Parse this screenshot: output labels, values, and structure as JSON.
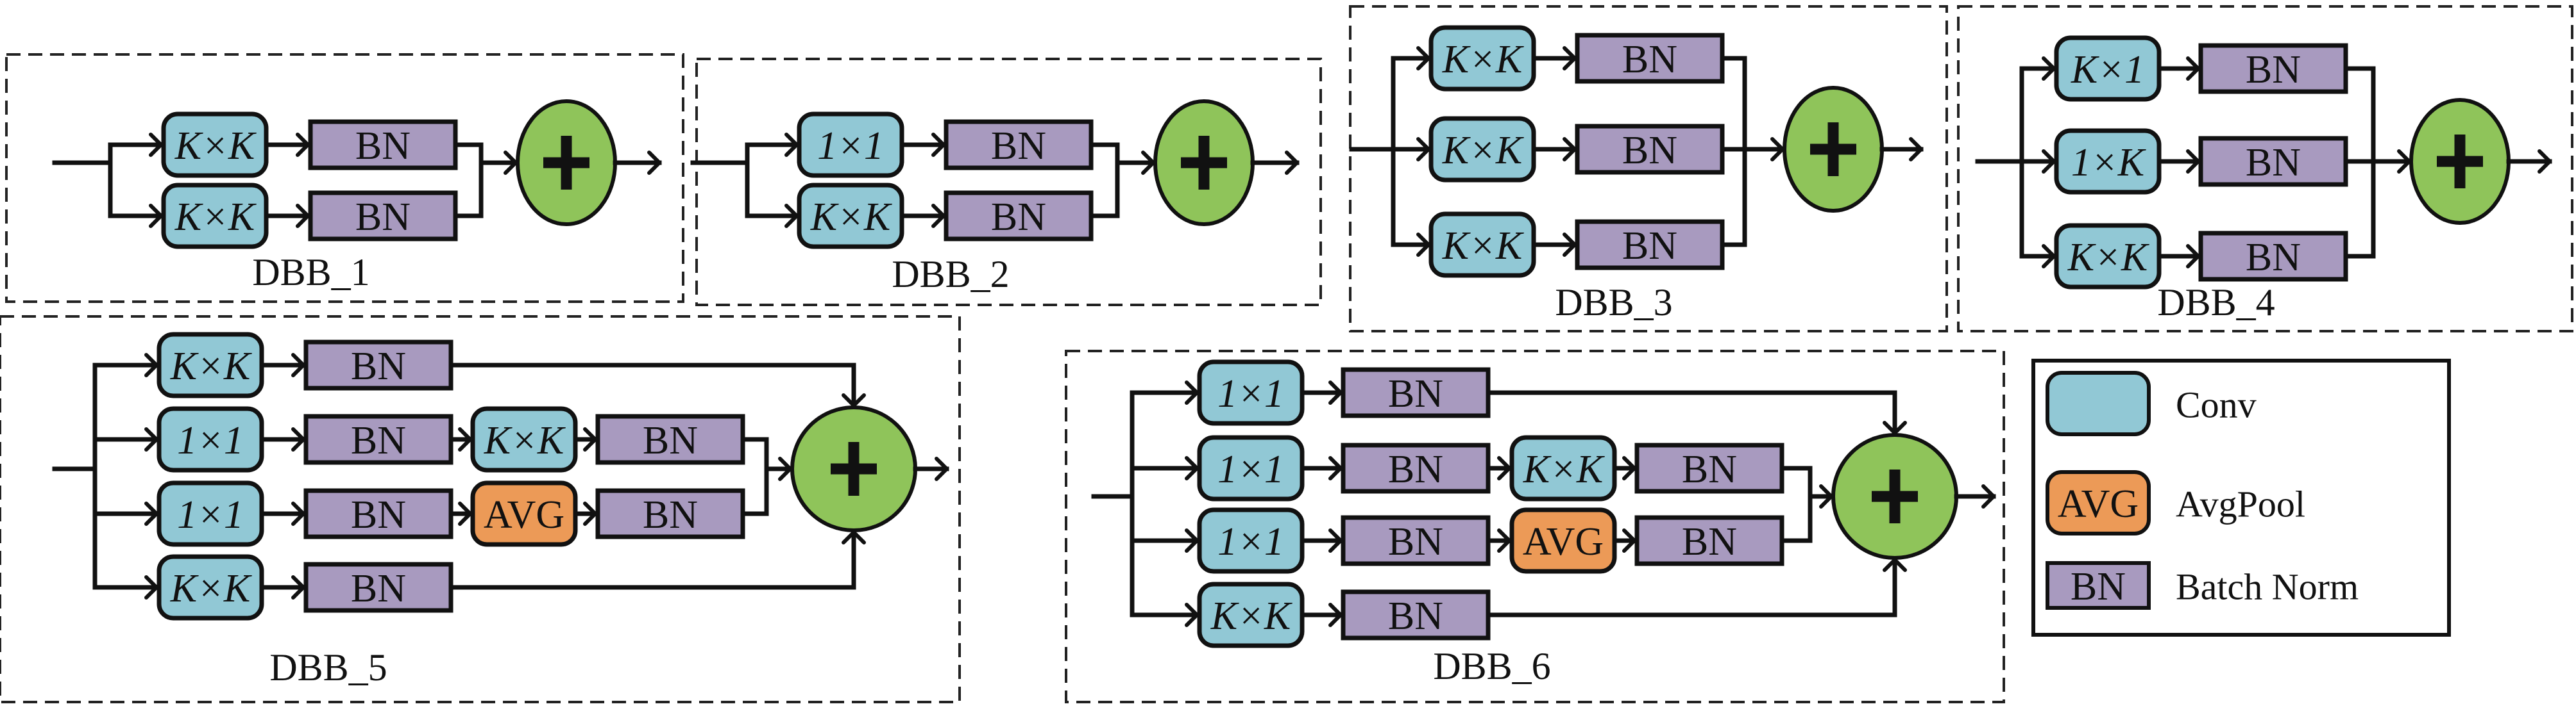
{
  "colors": {
    "conv": "#91c8d5",
    "bn": "#a89abf",
    "avg": "#ec9a57",
    "sum": "#8fc45a",
    "line": "#111111"
  },
  "blocks": [
    {
      "title": "DBB_1",
      "branches": [
        [
          "K×K",
          "BN"
        ],
        [
          "K×K",
          "BN"
        ]
      ]
    },
    {
      "title": "DBB_2",
      "branches": [
        [
          "1×1",
          "BN"
        ],
        [
          "K×K",
          "BN"
        ]
      ]
    },
    {
      "title": "DBB_3",
      "branches": [
        [
          "K×K",
          "BN"
        ],
        [
          "K×K",
          "BN"
        ],
        [
          "K×K",
          "BN"
        ]
      ]
    },
    {
      "title": "DBB_4",
      "branches": [
        [
          "K×1",
          "BN"
        ],
        [
          "1×K",
          "BN"
        ],
        [
          "K×K",
          "BN"
        ]
      ]
    },
    {
      "title": "DBB_5",
      "branches": [
        [
          "K×K",
          "BN"
        ],
        [
          "1×1",
          "BN",
          "K×K",
          "BN"
        ],
        [
          "1×1",
          "BN",
          "AVG",
          "BN"
        ],
        [
          "K×K",
          "BN"
        ]
      ]
    },
    {
      "title": "DBB_6",
      "branches": [
        [
          "1×1",
          "BN"
        ],
        [
          "1×1",
          "BN",
          "K×K",
          "BN"
        ],
        [
          "1×1",
          "BN",
          "AVG",
          "BN"
        ],
        [
          "K×K",
          "BN"
        ]
      ]
    }
  ],
  "legend": {
    "items": [
      {
        "type": "conv",
        "swatch_label": "",
        "label": "Conv"
      },
      {
        "type": "avg",
        "swatch_label": "AVG",
        "label": "AvgPool"
      },
      {
        "type": "bn",
        "swatch_label": "BN",
        "label": "Batch Norm"
      }
    ]
  },
  "sum_symbol": "+"
}
